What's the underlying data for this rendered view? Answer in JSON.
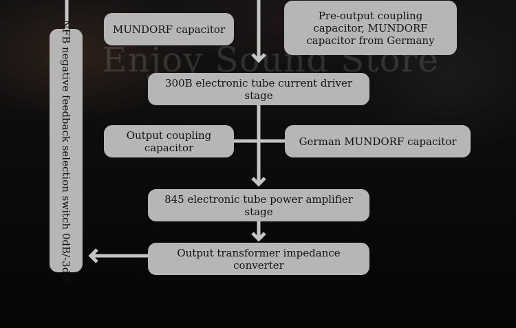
{
  "watermark": "Enjoy Sound Store",
  "nodes": {
    "mundorf_cap": "MUNDORF capacitor",
    "pre_output_cap": "Pre-output coupling capacitor, MUNDORF capacitor from Germany",
    "driver_stage": "300B electronic tube current driver stage",
    "output_coupling_cap": "Output coupling capacitor",
    "german_mundorf_cap": "German MUNDORF capacitor",
    "power_amp_stage": "845 electronic tube power amplifier stage",
    "output_transformer": "Output transformer impedance converter",
    "nfb_switch": "NFB negative feedback selection switch 0dB/-3dB"
  },
  "colors": {
    "box_fill": "#b6b6b6",
    "connector": "#c4c4c4",
    "background": "#0a0a0a"
  }
}
